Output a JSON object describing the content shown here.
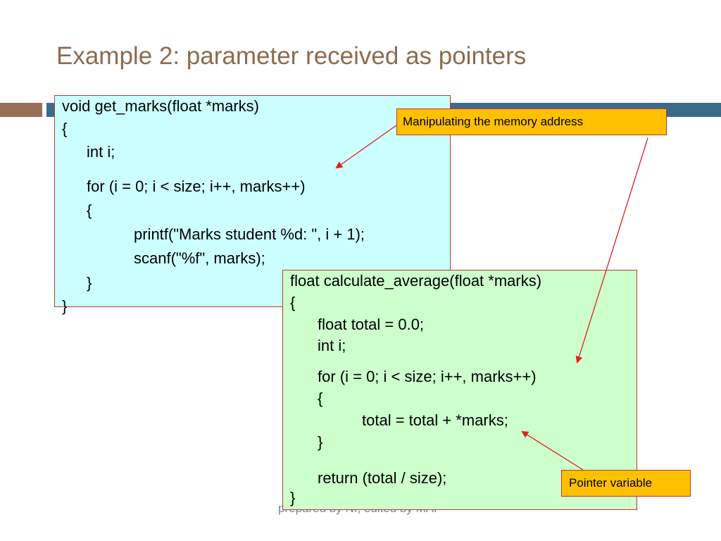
{
  "slide": {
    "title": "Example 2: parameter received as pointers",
    "footer": "prepared by NI, edited by MAF"
  },
  "code_get_marks": {
    "lines": [
      "void get_marks(float *marks)",
      "{",
      "int i;",
      "for (i = 0; i < size; i++, marks++)",
      "{",
      "printf(\"Marks student %d: \", i + 1);",
      "scanf(\"%f\", marks);",
      "}",
      "}"
    ]
  },
  "code_calculate_average": {
    "lines": [
      "float calculate_average(float *marks)",
      "{",
      "float total = 0.0;",
      "int i;",
      "for (i = 0; i < size; i++, marks++)",
      "{",
      "total = total + *marks;",
      "}",
      "return (total / size);",
      "}"
    ]
  },
  "callouts": {
    "memory_address": "Manipulating the memory address",
    "pointer_variable": "Pointer variable"
  },
  "colors": {
    "title": "#8c6b4e",
    "bar_left": "#9b6f55",
    "bar_right": "#3e6a8c",
    "box1_bg": "#ccffff",
    "box2_bg": "#ccffcc",
    "callout_bg": "#ffc000",
    "border": "#c0392b",
    "footer": "#6d87b2"
  }
}
